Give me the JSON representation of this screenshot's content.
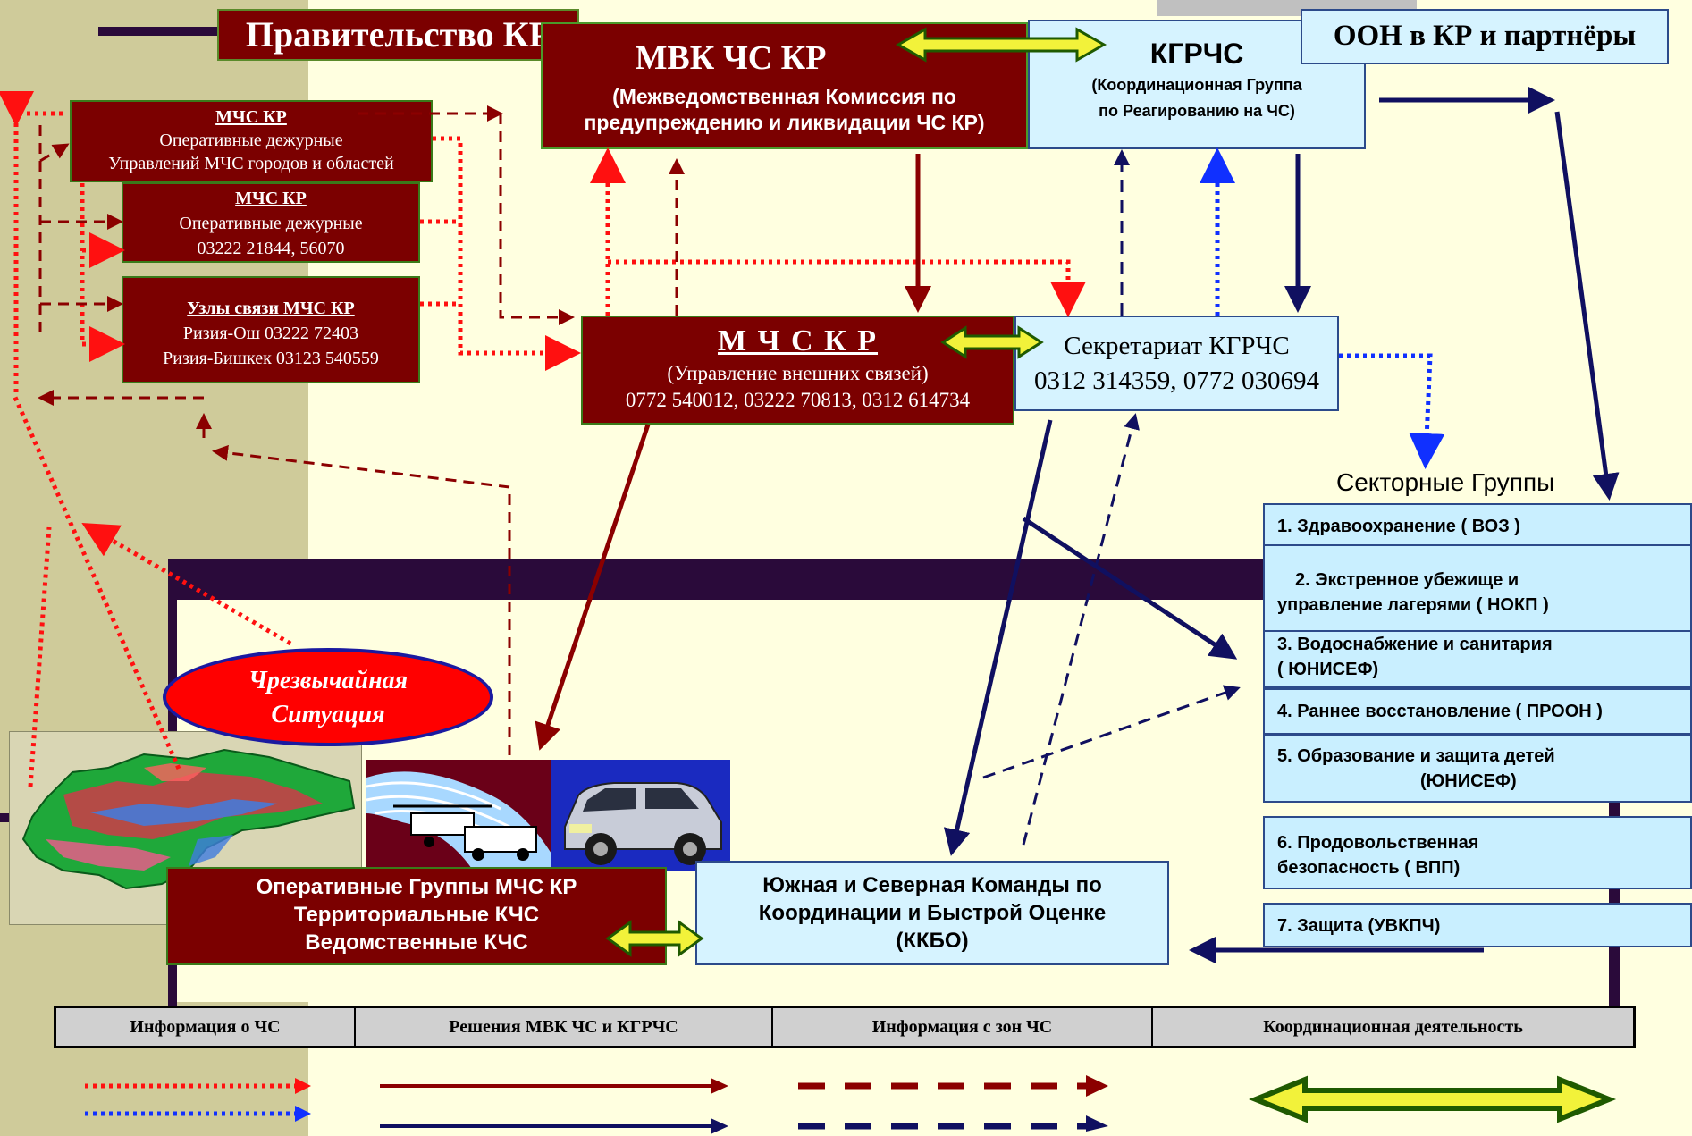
{
  "gov": {
    "title": "Правительство КР"
  },
  "un": {
    "title": "ООН в КР и партнёры"
  },
  "mvk": {
    "title": "МВК ЧС КР",
    "line1": "(Межведомственная Комиссия по",
    "line2": "предупреждению и ликвидации ЧС КР)"
  },
  "kgrchs": {
    "title": "КГРЧС",
    "line1": "(Координационная Группа",
    "line2": "по Реагированию на ЧС)"
  },
  "box1": {
    "title": "МЧС КР",
    "line1": "Оперативные дежурные",
    "line2": "Управлений МЧС городов и областей"
  },
  "box2": {
    "title": "МЧС КР",
    "line1": "Оперативные дежурные",
    "line2": "03222 21844, 56070"
  },
  "box3": {
    "title": "Узлы связи МЧС КР",
    "line1": "Ризия-Ош  03222 72403",
    "line2": "Ризия-Бишкек  03123 540559"
  },
  "mchs_main": {
    "title": "М Ч С   К Р",
    "line1": "(Управление внешних связей)",
    "line2": "0772 540012, 03222 70813,  0312 614734"
  },
  "secretariat": {
    "title": "Секретариат КГРЧС",
    "phones": "0312 314359, 0772 030694"
  },
  "sector": {
    "heading": "Секторные Группы",
    "groups": [
      {
        "line1": "1. Здравоохранение  ( ВОЗ )",
        "line2": ""
      },
      {
        "line1": "2. Экстренное убежище и",
        "line2": "управление лагерями ( НОКП )"
      },
      {
        "line1": "3. Водоснабжение  и санитария",
        "line2": "( ЮНИСЕФ)"
      },
      {
        "line1": "4. Раннее  восстановление ( ПРООН )",
        "line2": ""
      },
      {
        "line1": "5. Образование  и защита детей",
        "line2": "(ЮНИСЕФ)"
      },
      {
        "line1": "6. Продовольственная",
        "line2": "безопасность  ( ВПП)"
      },
      {
        "line1": "7. Защита (УВКПЧ)",
        "line2": ""
      }
    ]
  },
  "emergency": {
    "line1": "Чрезвычайная",
    "line2": "Ситуация"
  },
  "ops": {
    "line1": "Оперативные Группы МЧС КР",
    "line2": "Территориальные КЧС",
    "line3": "Ведомственные КЧС"
  },
  "kkbo": {
    "line1": "Южная и Северная Команды по",
    "line2": "Координации и Быстрой Оценке",
    "line3": "(ККБО)"
  },
  "legend": {
    "items": [
      "Информация о ЧС",
      "Решения МВК ЧС и КГРЧС",
      "Информация с зон ЧС",
      "Координационная деятельность"
    ]
  },
  "colors": {
    "maroon": "#7b0000",
    "light_blue": "#c9efff",
    "red_dotted": "#ff1010",
    "navy": "#101060",
    "dark_red": "#8b0000",
    "blue_dotted": "#1030ff",
    "yellow_arrow": "#f2f23a",
    "green_outline": "#1f5a00",
    "background": "#ffffe0",
    "tan_strip": "#cfcb9a"
  },
  "icons": [
    "kyrgyzstan-map-icon",
    "helicopter-truck-icon",
    "suv-car-icon"
  ]
}
